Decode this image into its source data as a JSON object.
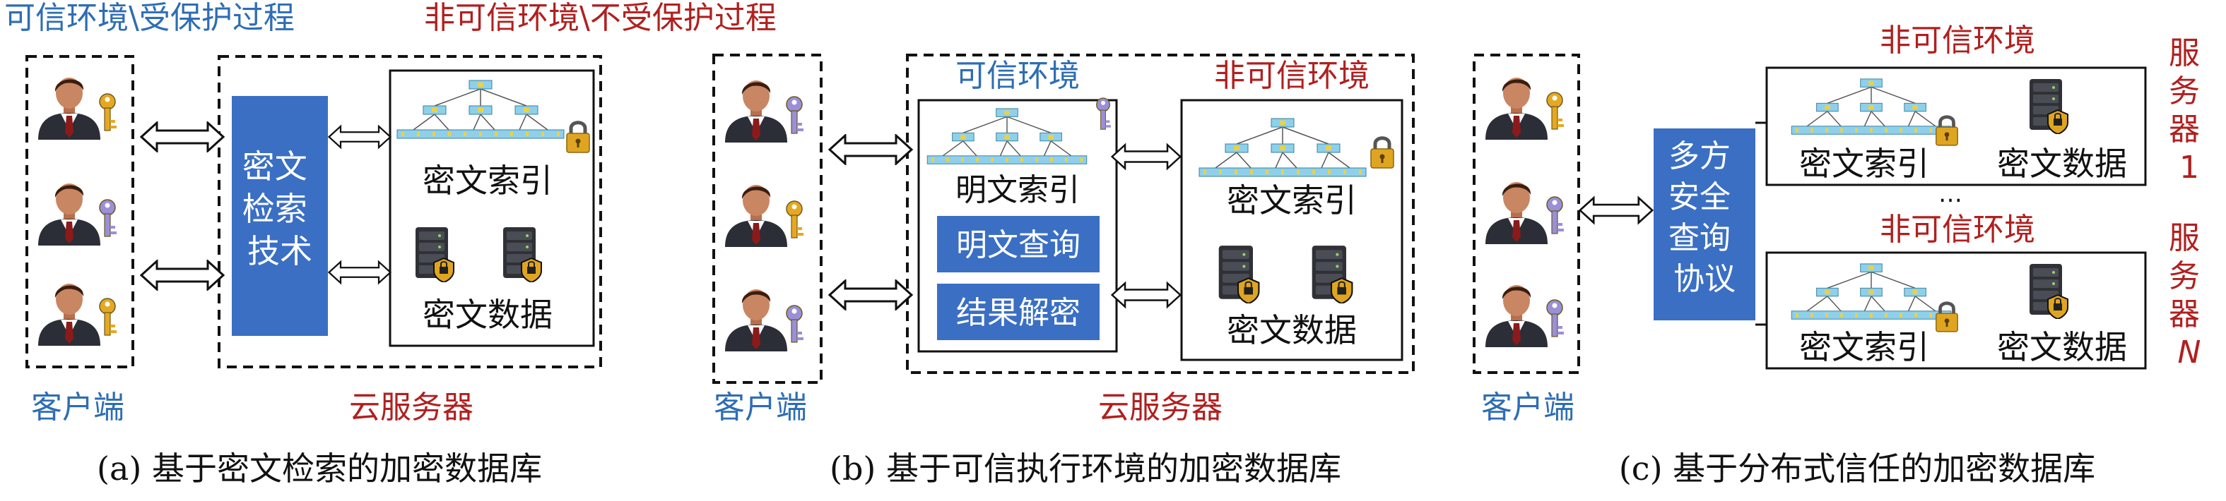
{
  "legend": {
    "trusted": "可信环境\\受保护过程",
    "untrusted": "非可信环境\\不受保护过程"
  },
  "labels": {
    "client": "客户端",
    "cloud_server": "云服务器",
    "cipher_search_tech": [
      "密文",
      "检索",
      "技术"
    ],
    "cipher_index": "密文索引",
    "cipher_data": "密文数据",
    "trusted_env": "可信环境",
    "untrusted_env": "非可信环境",
    "plain_index": "明文索引",
    "plain_query": "明文查询",
    "result_decrypt": "结果解密",
    "mpc_protocol": [
      "多方",
      "安全",
      "查询",
      "协议"
    ],
    "server1": [
      "服",
      "务",
      "器",
      "1"
    ],
    "serverN": [
      "服",
      "务",
      "器",
      "N"
    ],
    "ellipsis": "…"
  },
  "captions": {
    "a": "(a) 基于密文检索的加密数据库",
    "b": "(b) 基于可信执行环境的加密数据库",
    "c": "(c) 基于分布式信任的加密数据库"
  },
  "colors": {
    "trusted_blue": "#2e6db4",
    "untrusted_red": "#b0201f",
    "box_blue": "#3a6fc4",
    "key_gold": "#e6a821",
    "key_purple": "#9b8fd8",
    "lock_gold": "#e0a520"
  },
  "icons": [
    "user-icon",
    "key-icon",
    "double-arrow-icon",
    "index-tree-icon",
    "padlock-icon",
    "server-icon"
  ]
}
